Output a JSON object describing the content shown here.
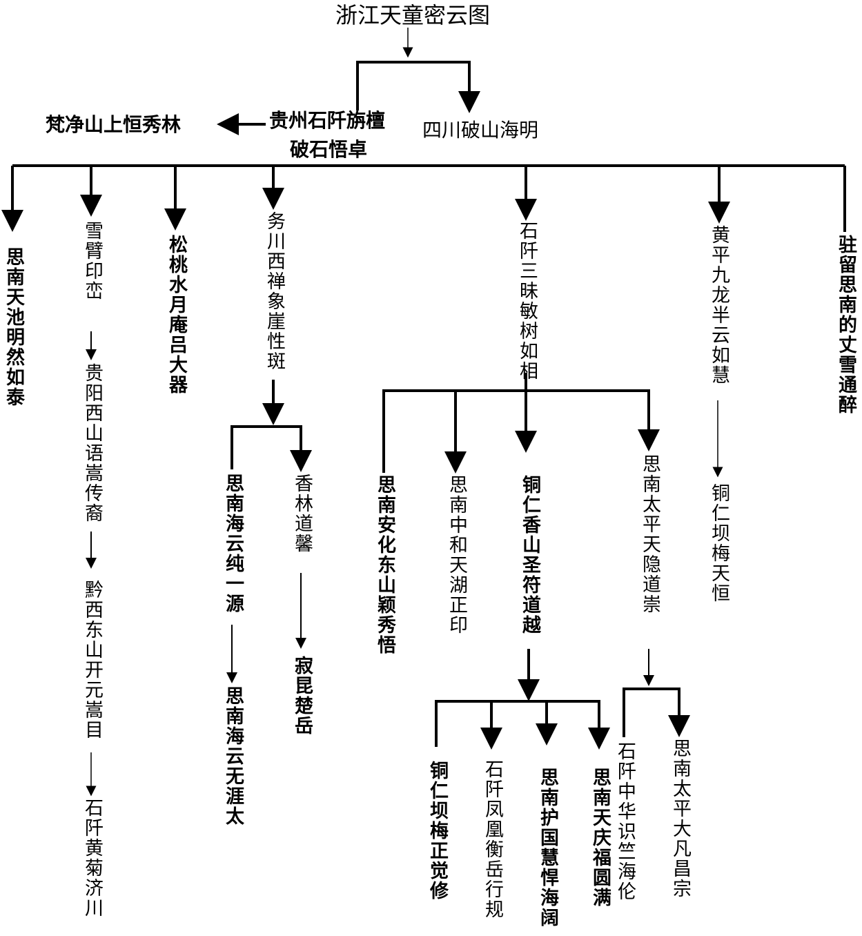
{
  "title": "浙江天童密云图",
  "gen1": {
    "guizhou": "贵州石阡旃檀",
    "guizhou2": "破石悟卓",
    "sichuan": "四川破山海明",
    "fanjing": "梵净山上恒秀林"
  },
  "gen2": {
    "tianchi": "思南天池明然如泰",
    "xuebi": "雪臂印峦",
    "songtao": "松桃水月庵吕大器",
    "wuchuan": "务川西禅象崖性斑",
    "shiqian_sanmei": "石阡三昧敏树如相",
    "huangping": "黄平九龙半云如慧",
    "zhuliu": "驻留思南的丈雪通醉"
  },
  "xuebi_line": {
    "guiyang": "贵阳西山语嵩传裔",
    "qianxi": "黔西东山开元嵩目",
    "huangju": "石阡黄菊济川"
  },
  "wuchuan_line": {
    "haiyun": "思南海云纯一源",
    "xianglin": "香林道馨",
    "haiyun2": "思南海云无涯太",
    "jikun": "寂昆楚岳"
  },
  "sanmei_line": {
    "anhua": "思南安化东山颖秀悟",
    "zhonghe": "思南中和天湖正印",
    "xiangshan": "铜仁香山圣符道越",
    "taiping": "思南太平天隐道崇"
  },
  "xiangshan_line": {
    "meizheng": "铜仁坝梅正觉修",
    "fenghuang": "石阡凤凰衡岳行规",
    "huguo": "思南护国慧悍海阔",
    "tianqing": "思南天庆福圆满"
  },
  "taiping_line": {
    "zhonghua": "石阡中华识竺海伦",
    "taiping2": "思南太平大凡昌宗"
  },
  "huangping_line": {
    "meitian": "铜仁坝梅天恒"
  }
}
